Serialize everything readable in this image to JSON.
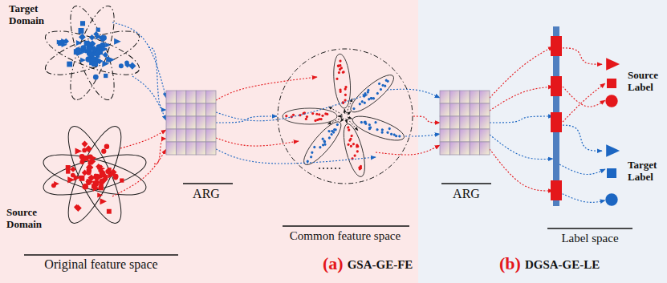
{
  "diagram": {
    "nodes": [
      {
        "text": [
          "Target Domain"
        ]
      },
      {
        "text": [
          "Source Domain"
        ]
      },
      {
        "text": [
          "ARG"
        ]
      },
      {
        "text": [
          "Common feature space"
        ]
      },
      {
        "text": [
          "ARG"
        ]
      },
      {
        "text": [
          "Label space"
        ]
      },
      {
        "text": [
          "Source Label"
        ]
      },
      {
        "text": [
          "Target Label"
        ]
      }
    ],
    "edges": [
      {
        "from": 0,
        "to": 2,
        "arrow": "to"
      },
      {
        "from": 1,
        "to": 2,
        "arrow": "to"
      },
      {
        "from": 2,
        "to": 3,
        "arrow": "to"
      },
      {
        "from": 3,
        "to": 4,
        "arrow": "to"
      },
      {
        "from": 4,
        "to": 5,
        "arrow": "to"
      },
      {
        "from": 5,
        "to": 6,
        "arrow": "to"
      },
      {
        "from": 5,
        "to": 7,
        "arrow": "to"
      }
    ],
    "labels": [
      "Original feature space",
      "(a)",
      "GSA-GE-FE",
      "(b)",
      "DGSA-GE-LE"
    ]
  }
}
